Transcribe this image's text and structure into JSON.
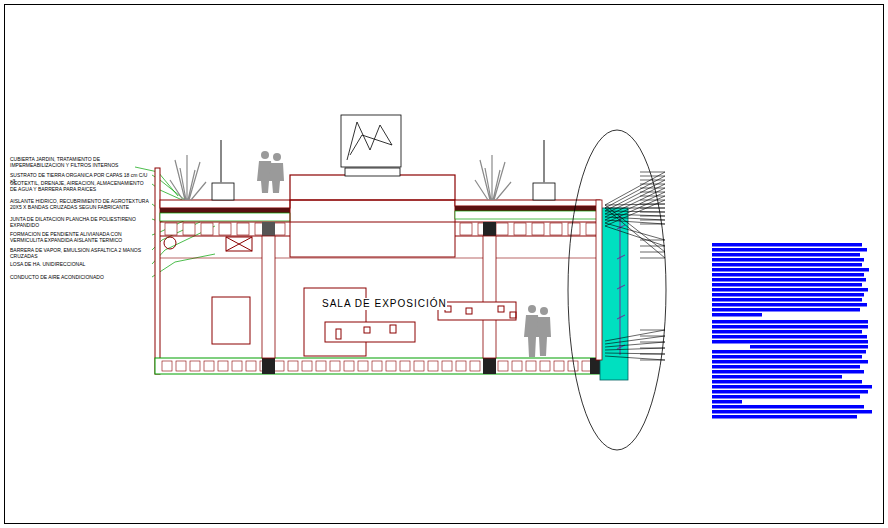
{
  "diagram": {
    "labels": [
      "CUBIERTA JARDIN, TRATAMIENTO DE IMPERMEABILIZACION Y FILTROS INTERNOS",
      "SUSTRATO DE TIERRA ORGANICA POR CAPAS 18 cm C/U x3",
      "GEOTEXTIL, DRENAJE, AIREACION, ALMACENAMIENTO DE AGUA Y BARRERA PARA RAICES",
      "AISLANTE HIDRICO, RECUBRIMIENTO DE AGROTEXTURA 20X5 X BANDAS CRUZADAS SEGUN FABRICANTE",
      "JUNTA DE DILATACION PLANCHA DE POLIESTIRENO EXPANDIDO",
      "FORMACION DE PENDIENTE ALIVIANADA CON VERMICULITA EXPANDIDA AISLANTE TERMICO",
      "BARRERA DE VAPOR, EMULSION ASFALTICA 2 MANOS CRUZADAS",
      "LOSA DE HA. UNIDIRECCIONAL",
      "CONDUCTO DE AIRE ACONDICIONADO",
      "SALA DE EXPOSICIÓN"
    ]
  }
}
